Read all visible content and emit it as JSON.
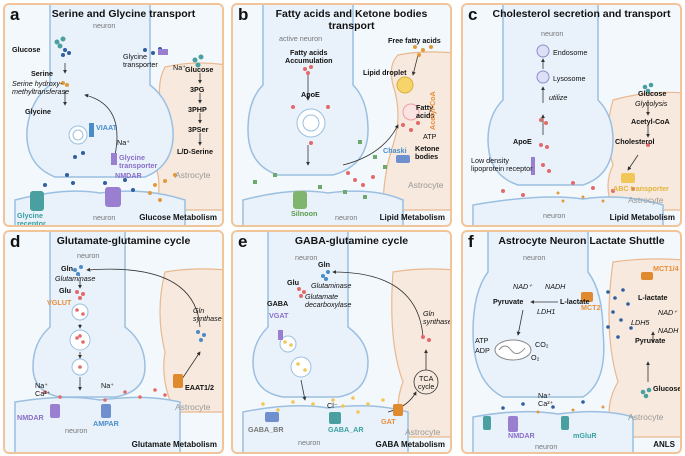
{
  "panels": {
    "a": {
      "letter": "a",
      "title": "Serine and Glycine transport",
      "footer": "Glucose Metabolism",
      "labels": {
        "neuron_top": "neuron",
        "neuron_bottom": "neuron",
        "astrocyte": "Astrocyte",
        "glucose_left": "Glucose",
        "serine": "Serine",
        "shmt": "Serine hydroxy-\nmethyltransferase",
        "glycine": "Glycine",
        "viaat": "VIAAT",
        "na": "Na⁺",
        "glycine_transporter": "Glycine\ntransporter",
        "glycine_transporter_top": "Glycine\ntransporter",
        "na_top": "Na⁺",
        "glucose_right": "Glucose",
        "pg3": "3PG",
        "php3": "3PHP",
        "pser3": "3PSer",
        "ld_serine": "L/D-Serine",
        "nmdar": "NMDAR",
        "glycine_receptor": "Glycine\nreceptor"
      }
    },
    "b": {
      "letter": "b",
      "title": "Fatty acids and Ketone bodies\ntransport",
      "footer": "Lipid Metabolism",
      "labels": {
        "active_neuron": "active neuron",
        "fatty_acids_accum": "Fatty acids\nAccumulation",
        "free_fatty_acids": "Free fatty acids",
        "lipid_droplet": "Lipid droplet",
        "apoe": "ApoE",
        "fatty_acids": "Fatty\nacids",
        "acetyl_coa": "Acetyl-CoA",
        "atp": "ATP",
        "chaski": "Chaski",
        "ketone_bodies": "Ketone\nbodies",
        "silnoon": "Silnoon",
        "neuron_bottom": "neuron",
        "astrocyte": "Astrocyte"
      }
    },
    "c": {
      "letter": "c",
      "title": "Cholesterol secretion and transport",
      "footer": "Lipid Metabolism",
      "labels": {
        "neuron_top": "neuron",
        "endosome": "Endosome",
        "lysosome": "Lysosome",
        "utilize": "utilize",
        "glucose": "Glucose",
        "glycolysis": "Glycolysis",
        "acetyl_coa": "Acetyl-CoA",
        "apoe": "ApoE",
        "cholesterol": "Cholesterol",
        "ldlr": "Low density\nlipoprotein receptor",
        "abc": "ABC transporter",
        "astrocyte": "Astrocyte",
        "neuron_bottom": "neuron"
      }
    },
    "d": {
      "letter": "d",
      "title": "Glutamate-glutamine cycle",
      "footer": "Glutamate Metabolism",
      "labels": {
        "neuron_top": "neuron",
        "gln": "Gln",
        "glutaminase": "Glutaminase",
        "glu": "Glu",
        "vglut": "VGLUT",
        "gln_synthase": "Gln\nsynthase",
        "eaat": "EAAT1/2",
        "na_ca": "Na⁺\nCa²⁺",
        "na": "Na⁺",
        "nmdar": "NMDAR",
        "ampar": "AMPAR",
        "neuron_bottom": "neuron",
        "astrocyte": "Astrocyte"
      }
    },
    "e": {
      "letter": "e",
      "title": "GABA-glutamine cycle",
      "footer": "GABA Metabolism",
      "labels": {
        "neuron_top": "neuron",
        "gln": "Gln",
        "glu": "Glu",
        "glutaminase": "Glutaminase",
        "gaba": "GABA",
        "gad": "Glutamate\ndecarboxylase",
        "vgat": "VGAT",
        "gln_synthase": "Gln\nsynthase",
        "tca": "TCA\ncycle",
        "cl": "Cl⁻",
        "gabab": "GABA_BR",
        "gabaa": "GABA_AR",
        "gat": "GAT",
        "neuron_bottom": "neuron",
        "astrocyte": "Astrocyte"
      }
    },
    "f": {
      "letter": "f",
      "title": "Astrocyte Neuron Lactate Shuttle",
      "footer": "ANLS",
      "labels": {
        "neuron_top": "neuron",
        "nad_left": "NAD⁺",
        "nadh_left": "NADH",
        "pyruvate_left": "Pyruvate",
        "llactate_left": "L-lactate",
        "ldh1": "LDH1",
        "atp": "ATP",
        "adp": "ADP",
        "co2": "CO₂",
        "o2": "O₂",
        "mct14": "MCT1/4",
        "mct2": "MCT2",
        "llactate_right": "L-lactate",
        "nad_right": "NAD⁺",
        "ldh5": "LDH5",
        "nadh_right": "NADH",
        "pyruvate_right": "Pyruvate",
        "glucose": "Glucose",
        "na_ca": "Na⁺\nCa²⁺",
        "nmdar": "NMDAR",
        "mglur": "mGluR",
        "neuron_bottom": "neuron",
        "astrocyte": "Astrocyte"
      }
    }
  },
  "colors": {
    "border": "#f2c49a",
    "astrocyte_fill": "#f7e9dd",
    "neuron_fill": "#e9f2fb",
    "neuron_stroke": "#9bbfe0",
    "dot_blue": "#2f5f9e",
    "dot_orange": "#e39a3a",
    "dot_red": "#e46a6a",
    "receptor_purple": "#9a7fd0",
    "receptor_teal": "#4aa0a0",
    "receptor_blue": "#6f8fcf",
    "transporter_orange": "#e08a30"
  }
}
